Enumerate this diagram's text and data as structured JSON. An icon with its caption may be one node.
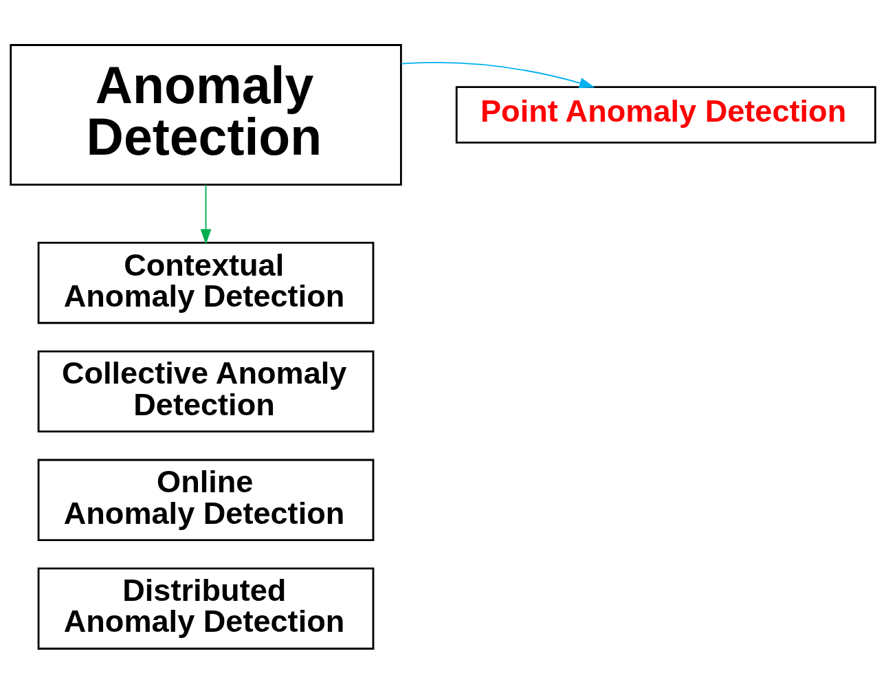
{
  "diagram": {
    "nodes": [
      {
        "text": [
          "Anomaly Detection"
        ]
      },
      {
        "text": [
          "Point Anomaly Detection"
        ]
      },
      {
        "text": [
          "Contextual Anomaly Detection"
        ]
      },
      {
        "text": [
          "Collective Anomaly Detection"
        ]
      },
      {
        "text": [
          "Online Anomaly Detection"
        ]
      },
      {
        "text": [
          "Distributed Anomaly Detection"
        ]
      }
    ],
    "edges": [
      {
        "from": 0,
        "to": 1,
        "arrow": "to",
        "color": "#00b0f0"
      },
      {
        "from": 0,
        "to": 2,
        "arrow": "to",
        "color": "#00b050"
      }
    ]
  }
}
